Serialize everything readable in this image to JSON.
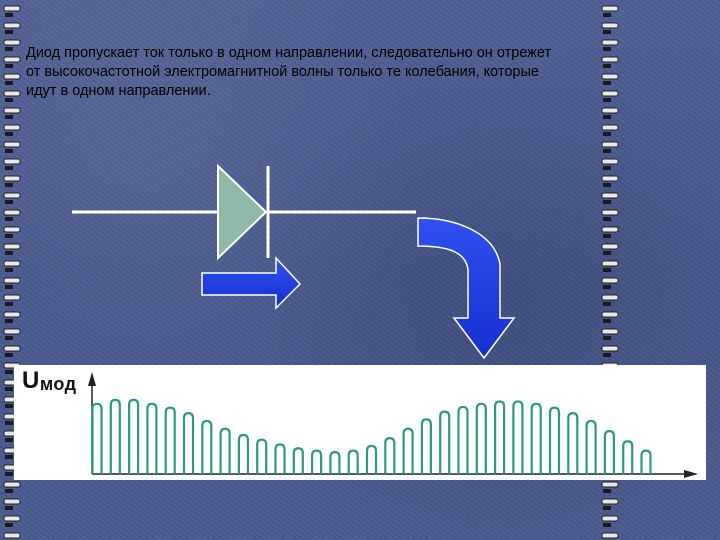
{
  "caption": {
    "line1": "Диод пропускает ток только в одном направлении, следовательно он отрежет",
    "line2": "от высокочастотной электромагнитной волны только те колебания, которые",
    "line3": "идут в одном направлении."
  },
  "graph": {
    "axis_label_main": "U",
    "axis_label_sub": "мод",
    "pulse_heights": [
      0.9,
      0.95,
      0.95,
      0.9,
      0.85,
      0.78,
      0.68,
      0.58,
      0.5,
      0.44,
      0.38,
      0.33,
      0.3,
      0.28,
      0.3,
      0.36,
      0.46,
      0.58,
      0.7,
      0.8,
      0.86,
      0.9,
      0.93,
      0.93,
      0.9,
      0.85,
      0.78,
      0.68,
      0.55,
      0.42,
      0.3
    ]
  },
  "colors": {
    "background": "#4a5a8e",
    "diode_fill": "#8fb8a8",
    "arrow_blue": "#1f3fe0",
    "signal": "#2e9a7a"
  },
  "icons": {
    "diode": "diode-symbol",
    "current_arrow": "right-arrow-icon",
    "flow_arrow": "curved-down-arrow-icon"
  }
}
